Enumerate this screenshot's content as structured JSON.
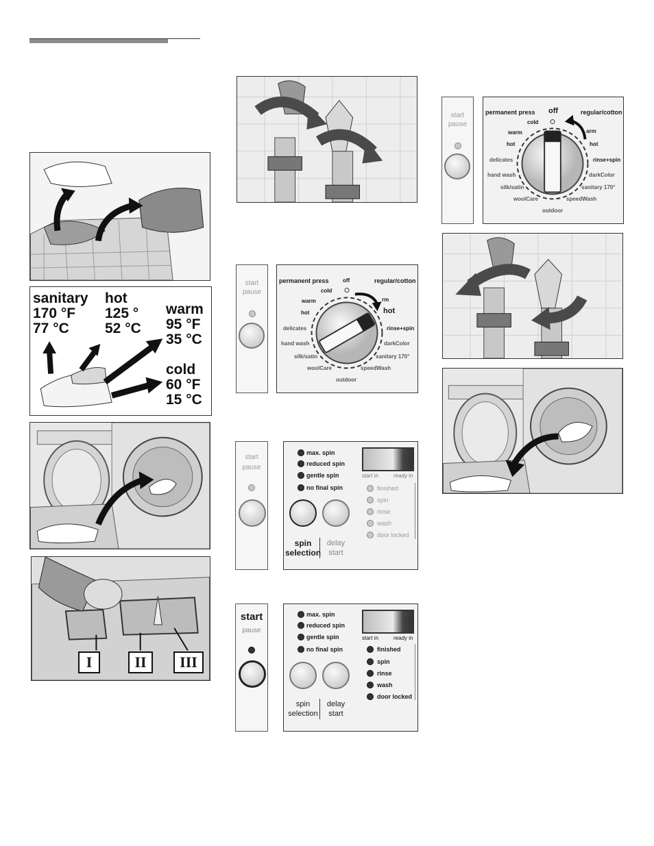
{
  "dials": {
    "labels": {
      "permanent_press": "permanent press",
      "off": "off",
      "regular_cotton": "regular/cotton",
      "cold": "cold",
      "warm": "warm",
      "hot": "hot",
      "delicates": "delicates",
      "rinse_spin": "rinse+spin",
      "hand_wash": "hand wash",
      "dark_color": "darkColor",
      "silk_satin": "silk/satin",
      "sanitary_170": "sanitary 170°",
      "wool_care": "woolCare",
      "speed_wash": "speedWash",
      "outdoor": "outdoor"
    },
    "right_warm_fragment": "arm",
    "middle_warm_fragment": "rm"
  },
  "start_pause": {
    "start": "start",
    "pause": "pause"
  },
  "temperatures": {
    "sanitary": {
      "name": "sanitary",
      "f": "170 °F",
      "c": "77 °C"
    },
    "hot": {
      "name": "hot",
      "f": "125 °",
      "c": "52 °C"
    },
    "warm": {
      "name": "warm",
      "f": "95 °F",
      "c": "35 °C"
    },
    "cold": {
      "name": "cold",
      "f": "60 °F",
      "c": "15 °C"
    }
  },
  "spin_panel": {
    "spin_options": [
      "max. spin",
      "reduced spin",
      "gentle spin",
      "no final spin"
    ],
    "status": [
      "finished",
      "spin",
      "rinse",
      "wash",
      "door locked"
    ],
    "start_in": "start in",
    "ready_in": "ready in",
    "spin_selection_1": "spin",
    "spin_selection_2": "selection",
    "delay_start_1": "delay",
    "delay_start_2": "start"
  },
  "dispenser": {
    "compartments": [
      "I",
      "II",
      "III"
    ]
  },
  "colors": {
    "rule_grey": "#8c8c8c",
    "panel_bg": "#f2f2f2",
    "arrow": "#111111"
  }
}
